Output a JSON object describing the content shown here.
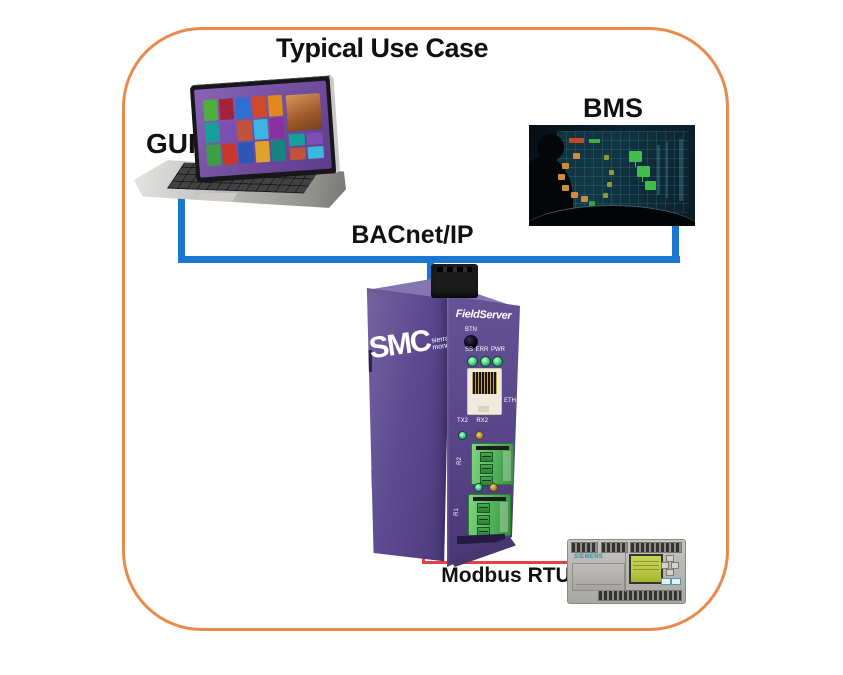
{
  "frame": {
    "title": "Typical Use Case"
  },
  "labels": {
    "gui": "GUI",
    "bms": "BMS",
    "bacnet": "BACnet/IP",
    "modbus": "Modbus RTU"
  },
  "colors": {
    "frame_border": "#E98A4C",
    "bacnet_line": "#1B76D2",
    "modbus_line": "#DF4343",
    "device_purple_front": "#574589",
    "device_purple_side": "#5D4B92",
    "terminal_green": "#4FAF56",
    "led_green": "#2FC06E",
    "led_amber": "#A8862F",
    "plc_lcd_green": "#B9C843",
    "siemens_teal": "#2D96A8",
    "windows_screen_purple": "#7A55A8"
  },
  "laptop": {
    "tile_colors": [
      "#4CAF3E",
      "#A2233D",
      "#2F6FD0",
      "#D04A2A",
      "#E08A1E",
      "#169F9B",
      "#7B4FB3",
      "#C2533A",
      "#3CB5E0",
      "#8A2FA0",
      "#3E9E45",
      "#C9362B",
      "#2A57B8",
      "#E0A22E",
      "#14857F"
    ]
  },
  "device": {
    "brand": "FieldServer",
    "logo": "SMC",
    "logo_sub_line1": "sierra",
    "logo_sub_line2": "monitor",
    "button_label": "BTN",
    "led_labels": [
      "SS",
      "ERR",
      "PWR"
    ],
    "eth_label": "ETH",
    "serial_led_labels": [
      "TX2",
      "RX2"
    ],
    "port_labels": [
      "R2",
      "R1"
    ]
  },
  "plc": {
    "brand": "SIEMENS"
  }
}
